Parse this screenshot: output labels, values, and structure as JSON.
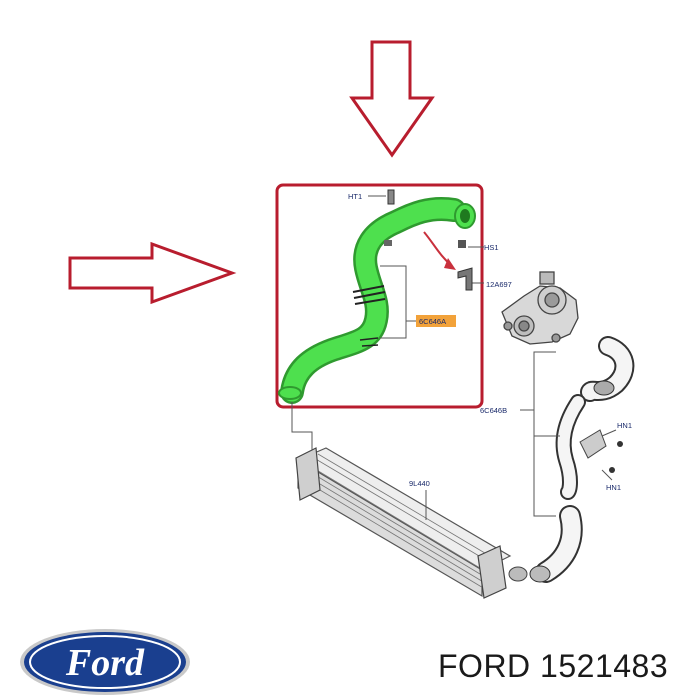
{
  "diagram": {
    "labels": {
      "ht1": "HT1",
      "hs1": "HS1",
      "p12a697": "12A697",
      "p6c646a": "6C646A",
      "p6c646b": "6C646B",
      "hn1_top": "HN1",
      "hn1_bottom": "HN1",
      "p9l440": "9L440"
    },
    "colors": {
      "highlight_hose": "#4ee04e",
      "highlight_box": "#b81d2e",
      "arrow_outline": "#b81d2e",
      "label_text": "#1a2a6a",
      "label_badge": "#f2a23a"
    },
    "icons": [
      "down-arrow-icon",
      "right-arrow-icon",
      "ford-logo-icon"
    ]
  },
  "brand": {
    "logo_text": "Ford",
    "logo_colors": {
      "oval": "#1a3f8f",
      "text": "#ffffff"
    }
  },
  "footer": {
    "brand": "FORD",
    "part_number": "1521483"
  }
}
